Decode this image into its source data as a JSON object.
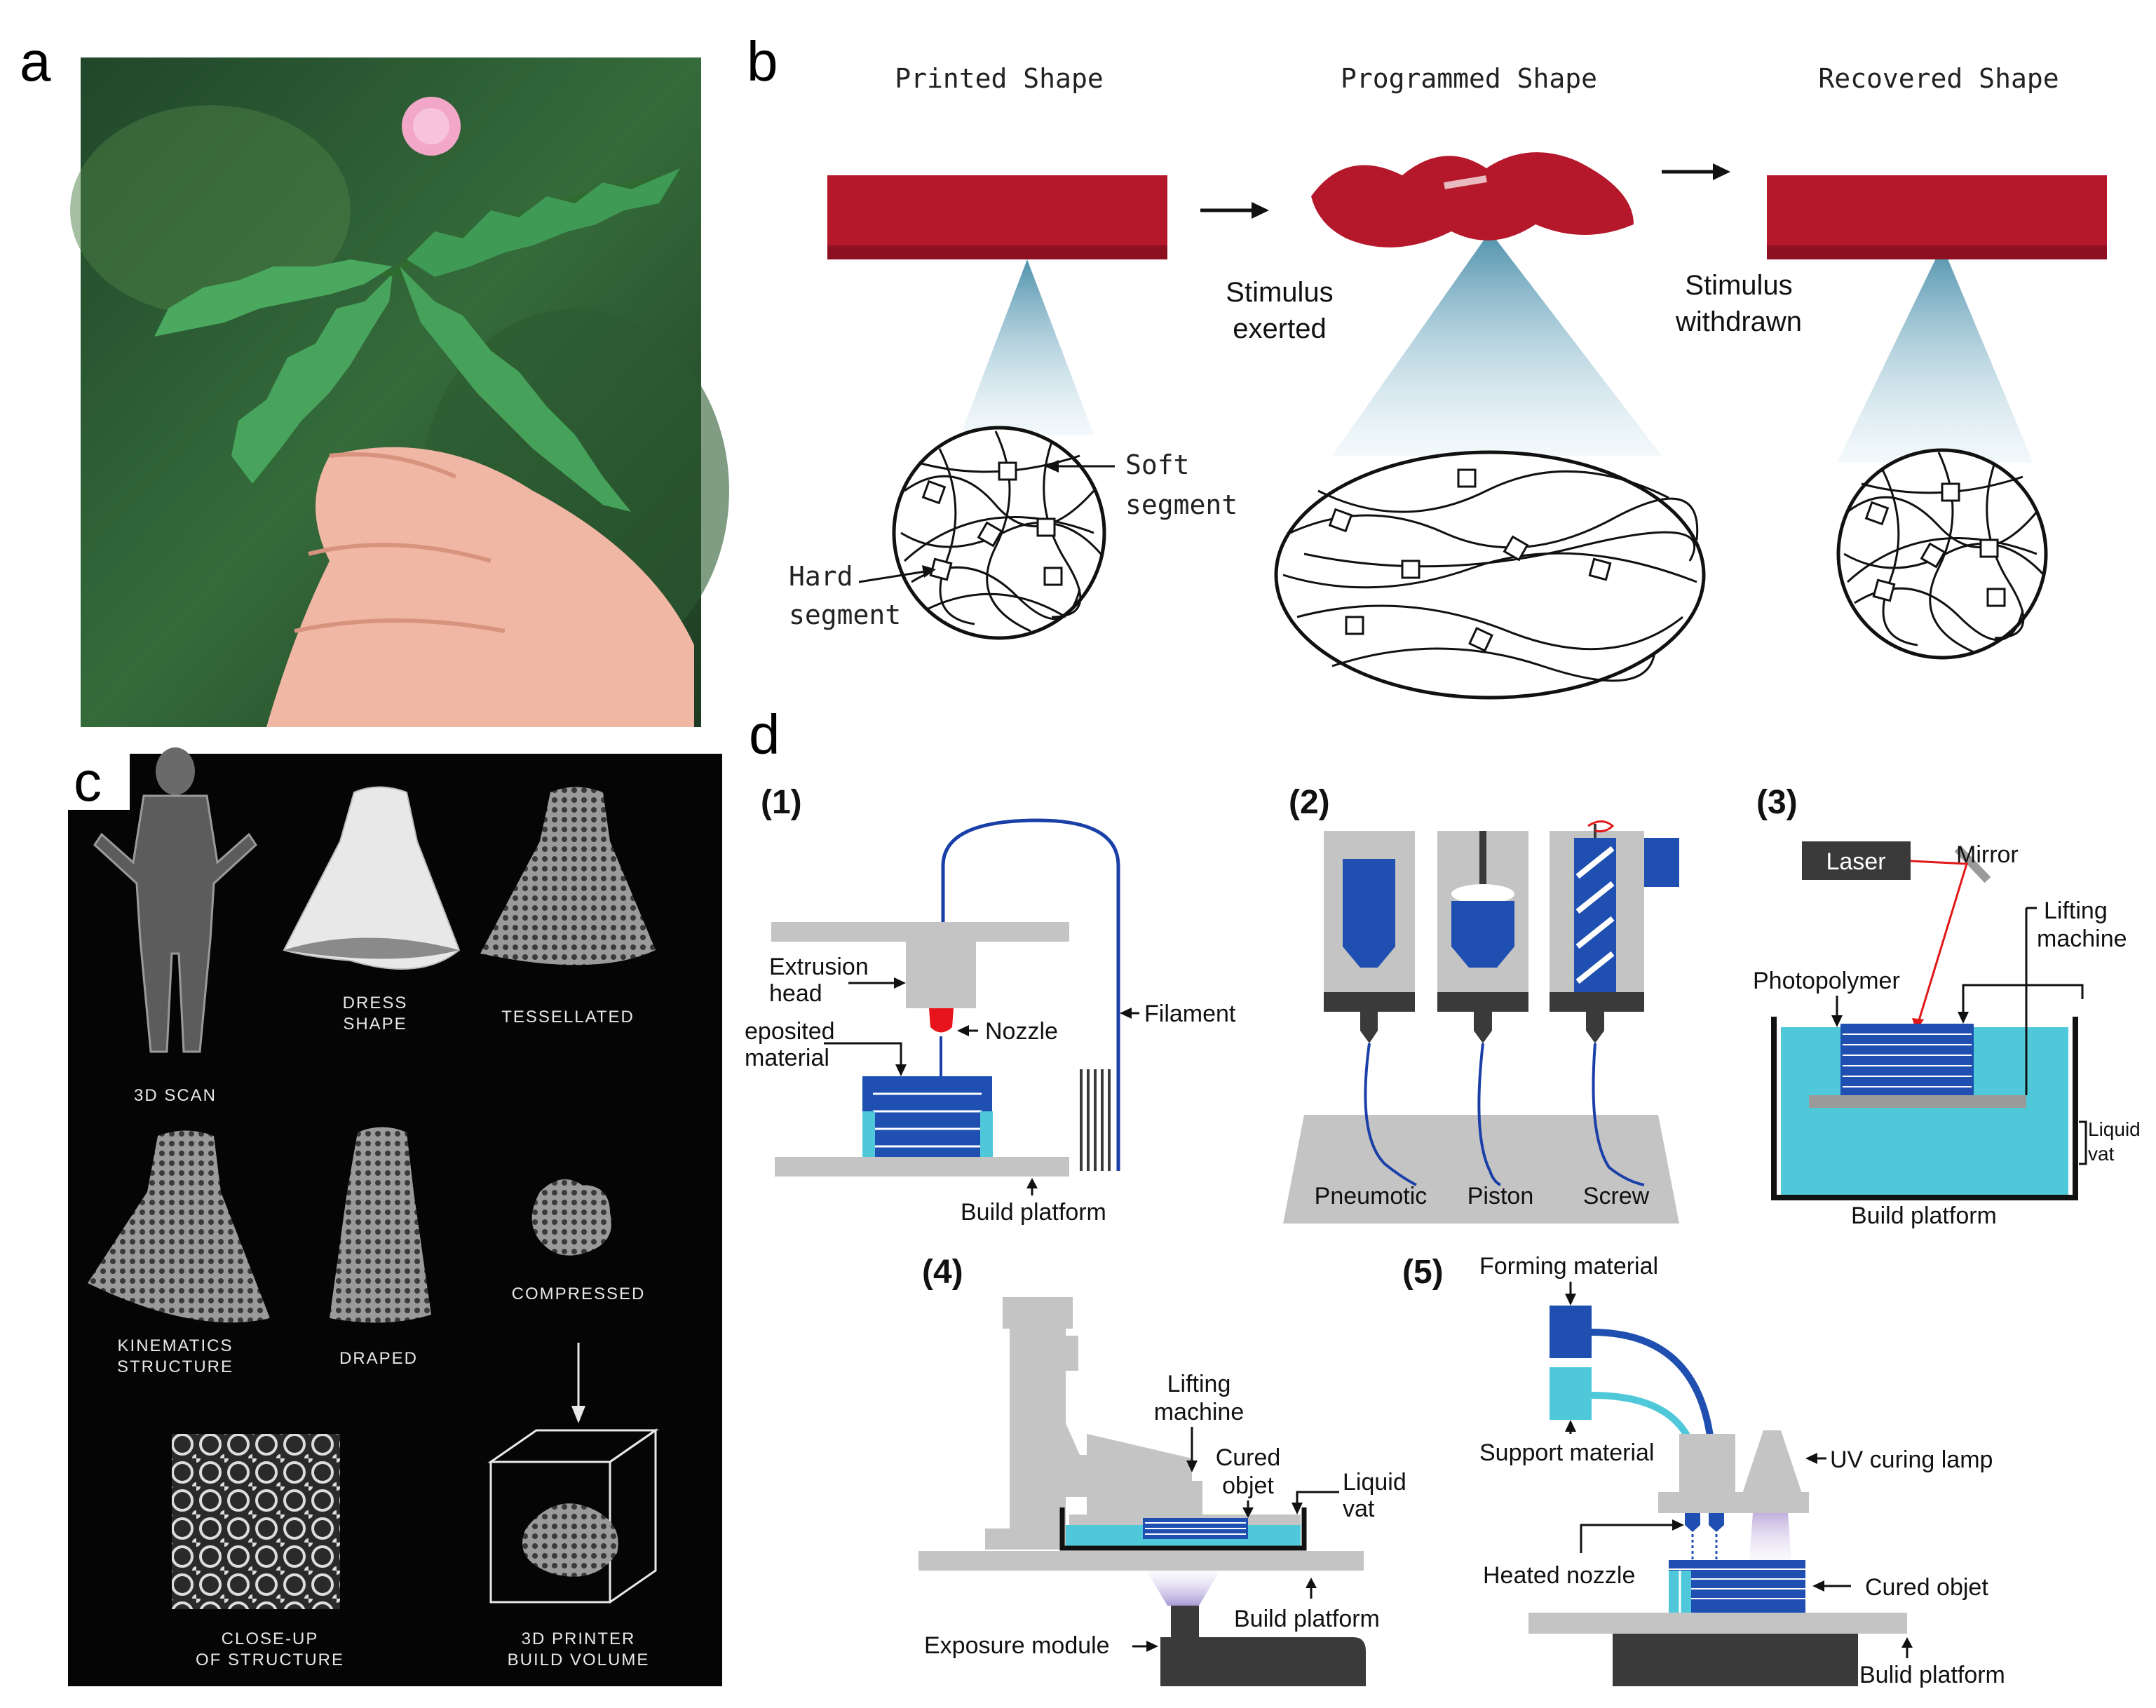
{
  "panels": {
    "a": {
      "label": "a"
    },
    "b": {
      "label": "b",
      "titles": [
        "Printed Shape",
        "Programmed Shape",
        "Recovered Shape"
      ],
      "stimulus_exerted": [
        "Stimulus",
        "exerted"
      ],
      "stimulus_withdrawn": [
        "Stimulus",
        "withdrawn"
      ],
      "soft_segment": [
        "Soft",
        "segment"
      ],
      "hard_segment": [
        "Hard",
        "segment"
      ]
    },
    "c": {
      "label": "c",
      "captions": {
        "scan": "3D SCAN",
        "dress": [
          "DRESS",
          "SHAPE"
        ],
        "tess": "TESSELLATED",
        "kin": [
          "KINEMATICS",
          "STRUCTURE"
        ],
        "draped": "DRAPED",
        "compressed": "COMPRESSED",
        "closeup": [
          "CLOSE-UP",
          "OF STRUCTURE"
        ],
        "volume": [
          "3D PRINTER",
          "BUILD VOLUME"
        ]
      }
    },
    "d": {
      "label": "d",
      "sub1": {
        "num": "(1)",
        "extrusion_head": [
          "Extrusion",
          "head"
        ],
        "deposited": [
          "eposited",
          "material"
        ],
        "nozzle": "Nozzle",
        "filament": "Filament",
        "build_platform": "Build platform"
      },
      "sub2": {
        "num": "(2)",
        "labels": [
          "Pneumotic",
          "Piston",
          "Screw"
        ]
      },
      "sub3": {
        "num": "(3)",
        "laser": "Laser",
        "mirror": "Mirror",
        "lifting": [
          "Lifting",
          "machine"
        ],
        "photopolymer": "Photopolymer",
        "liquid_vat": [
          "Liquid",
          "vat"
        ],
        "build_platform": "Build platform"
      },
      "sub4": {
        "num": "(4)",
        "lifting": [
          "Lifting",
          "machine"
        ],
        "cured": [
          "Cured",
          "objet"
        ],
        "liquid_vat": [
          "Liquid",
          "vat"
        ],
        "build_platform": "Build platform",
        "exposure": "Exposure module"
      },
      "sub5": {
        "num": "(5)",
        "forming": "Forming material",
        "support": "Support material",
        "uv_lamp": "UV curing lamp",
        "heated_nozzle": "Heated nozzle",
        "cured": "Cured objet",
        "build_platform": "Bulid platform"
      }
    }
  },
  "colors": {
    "strip_red": "#b5182a",
    "device_gray": "#c4c4c4",
    "dark_gray": "#3a3a3a",
    "print_blue": "#1f4fb0",
    "liquid_cyan": "#4fc9d9",
    "filament_blue": "#1a3fa8",
    "laser_red": "#e01818",
    "nozzle_red": "#e8141c",
    "panel_c_bg": "#050505",
    "sky_blue": "#9cc8d8"
  }
}
